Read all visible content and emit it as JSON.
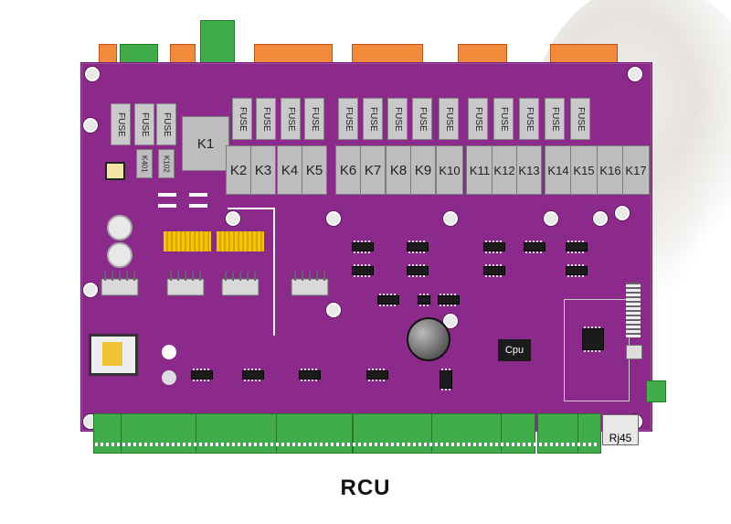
{
  "board": {
    "fuse_label": "FUSE",
    "relays": [
      "K1",
      "K2",
      "K3",
      "K4",
      "K5",
      "K6",
      "K7",
      "K8",
      "K9",
      "K10",
      "K11",
      "K12",
      "K13",
      "K14",
      "K15",
      "K16",
      "K17"
    ],
    "small_chips": [
      "K401",
      "K102"
    ],
    "cpu_label": "Cpu",
    "rj45_label": "Rj45"
  },
  "caption": "RCU",
  "colors": {
    "pcb": "#8b2a8a",
    "connector_orange": "#f28a3c",
    "connector_green": "#3fae4a"
  }
}
